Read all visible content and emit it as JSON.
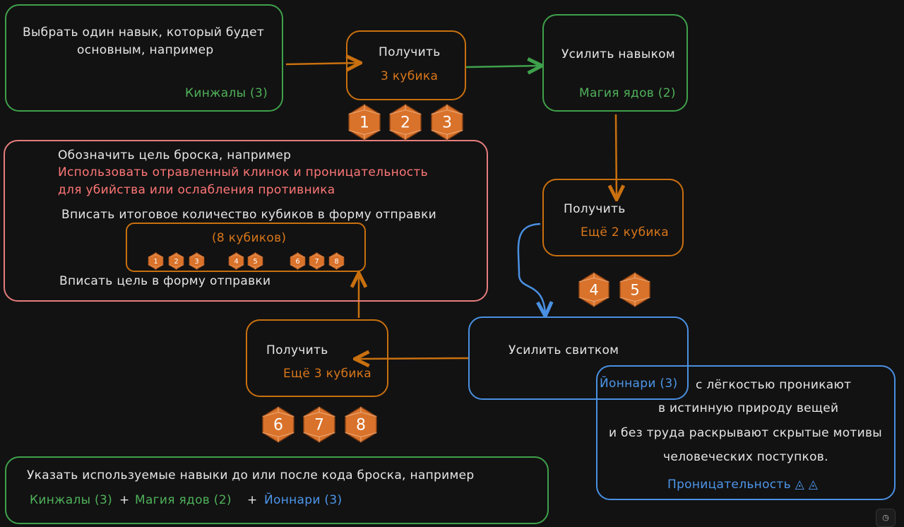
{
  "step_choose": {
    "line1": "Выбрать один навык, который будет",
    "line2": "основным, например",
    "skill": "Кинжалы (3)"
  },
  "step_get3": {
    "label": "Получить",
    "value": "3 кубика"
  },
  "step_enhance_skill": {
    "label": "Усилить навыком",
    "skill": "Магия ядов (2)"
  },
  "step_get2": {
    "label": "Получить",
    "value": "Ещё 2 кубика"
  },
  "step_enhance_scroll": {
    "label": "Усилить свитком"
  },
  "step_get3more": {
    "label": "Получить",
    "value": "Ещё 3 кубика"
  },
  "goal": {
    "line1": "Обозначить цель броска, например",
    "line2": "Использовать отравленный клинок и проницательность",
    "line3": "для убийства или ослабления противника",
    "line4": "Вписать итоговое количество кубиков в форму отправки",
    "total": "(8 кубиков)",
    "line5": "Вписать цель в форму отправки"
  },
  "scroll_card": {
    "name": "Йоннари (3)",
    "line1": "с лёгкостью проникают",
    "line2": "в истинную природу вещей",
    "line3": "и без труда раскрывают скрытые мотивы",
    "line4": "человеческих поступков.",
    "trait": "Проницательность ◬ ◬"
  },
  "skills_note": {
    "line1": "Указать используемые навыки до или после кода броска, например",
    "skill1": "Кинжалы (3)",
    "plus1": "+",
    "skill2": "Магия ядов (2)",
    "plus2": "+",
    "skill3": "Йоннари (3)"
  },
  "dice": {
    "group1": [
      "1",
      "2",
      "3"
    ],
    "group2": [
      "4",
      "5"
    ],
    "group3": [
      "6",
      "7",
      "8"
    ],
    "mini": [
      "1",
      "2",
      "3",
      "4",
      "5",
      "6",
      "7",
      "8"
    ]
  },
  "corner_button": {
    "icon": "clock-icon"
  },
  "colors": {
    "green": "#3fa14b",
    "orange": "#c9700f",
    "red": "#e77d7d",
    "blue": "#4a90e2",
    "die": "#d9722a"
  }
}
